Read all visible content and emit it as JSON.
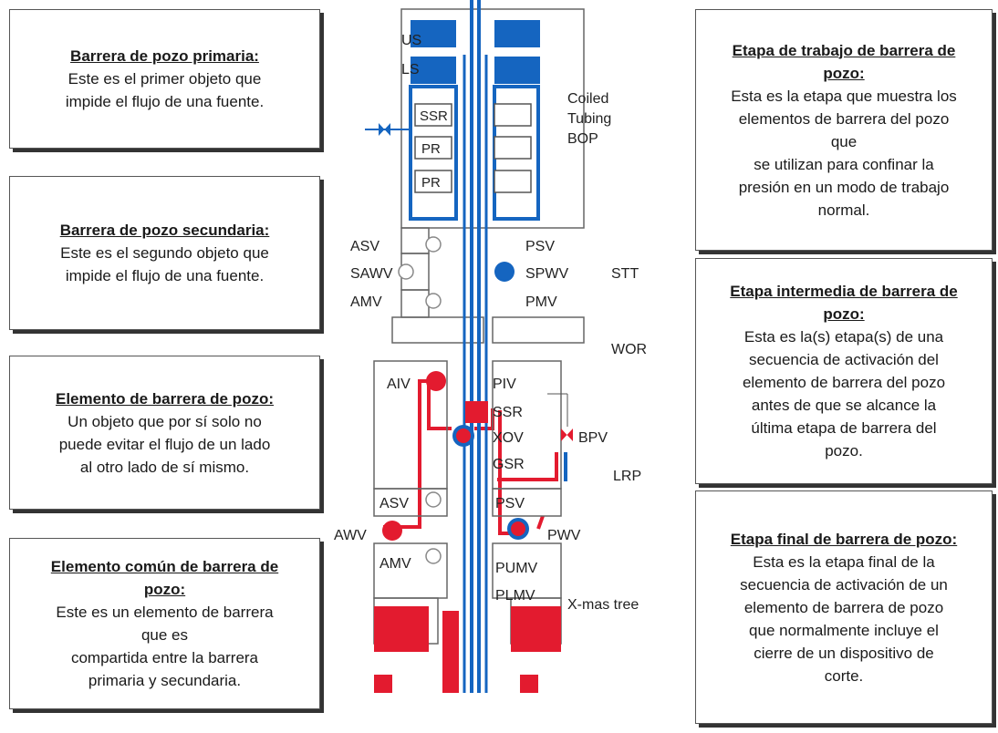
{
  "left_boxes": [
    {
      "title": "Barrera de pozo primaria:",
      "body": "Este es el primer objeto que\nimpide el flujo de una fuente."
    },
    {
      "title": "Barrera de pozo secundaria:",
      "body": "Este es el segundo objeto que\nimpide el flujo de una fuente."
    },
    {
      "title": "Elemento de barrera de pozo:",
      "body": "Un objeto que por sí solo no\npuede evitar el flujo de un lado\nal otro lado de sí mismo."
    },
    {
      "title": "Elemento común de barrera de\npozo:",
      "body": "Este es un elemento de barrera\nque es\ncompartida entre la barrera\nprimaria y secundaria."
    }
  ],
  "right_boxes": [
    {
      "title": "Etapa de trabajo de barrera de\npozo:",
      "body": "Esta es la etapa que muestra los\nelementos de barrera del pozo\nque\nse utilizan para confinar la\npresión en un modo de trabajo\nnormal."
    },
    {
      "title": "Etapa intermedia de barrera de\npozo:",
      "body": "Esta es la(s) etapa(s) de una\nsecuencia de activación del\nelemento de barrera del pozo\nantes de que se alcance la\núltima etapa de barrera del\npozo."
    },
    {
      "title": "Etapa final de barrera de pozo:",
      "body": "Esta es la etapa final de la\nsecuencia de activación de un\nelemento de barrera de pozo\nque normalmente incluye el\ncierre de un dispositivo de\ncorte."
    }
  ],
  "diagram": {
    "labels": {
      "us": "US",
      "ls": "LS",
      "ssr_top": "SSR",
      "pr1": "PR",
      "pr2": "PR",
      "coiled": "Coiled",
      "tubing": "Tubing",
      "bop": "BOP",
      "asv1": "ASV",
      "sawv": "SAWV",
      "amv1": "AMV",
      "psv1": "PSV",
      "spwv": "SPWV",
      "pmv": "PMV",
      "stt": "STT",
      "wor": "WOR",
      "aiv": "AIV",
      "piv": "PIV",
      "ssr_lrp": "SSR",
      "xov": "XOV",
      "gsr": "GSR",
      "bpv": "BPV",
      "lrp": "LRP",
      "asv2": "ASV",
      "psv2": "PSV",
      "awv": "AWV",
      "pwv": "PWV",
      "amv2": "AMV",
      "pumv": "PUMV",
      "plmv": "PLMV",
      "xmas": "X-mas tree"
    },
    "colors": {
      "primary": "#1565c0",
      "secondary": "#e31b2f",
      "outline": "#666666"
    }
  }
}
